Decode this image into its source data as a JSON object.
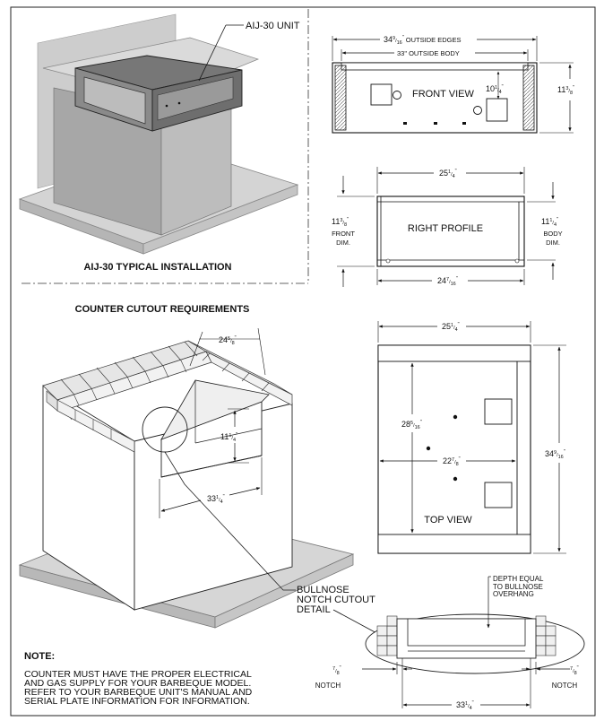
{
  "installation": {
    "caption": "AIJ-30 TYPICAL INSTALLATION",
    "unit_callout": "AIJ-30 UNIT"
  },
  "front_view": {
    "label": "FRONT VIEW",
    "outside_edges": {
      "whole": "34",
      "num": "9",
      "den": "16",
      "unit": "\"",
      "text": "OUTSIDE EDGES"
    },
    "outside_body": "33\" OUTSIDE BODY",
    "inner_dim": {
      "whole": "10",
      "num": "1",
      "den": "4",
      "unit": "\""
    },
    "height_dim": {
      "whole": "11",
      "num": "3",
      "den": "8",
      "unit": "\""
    }
  },
  "right_profile": {
    "label": "RIGHT PROFILE",
    "top_dim": {
      "whole": "25",
      "num": "1",
      "den": "4",
      "unit": "\""
    },
    "bottom_dim": {
      "whole": "24",
      "num": "7",
      "den": "16",
      "unit": "\""
    },
    "front_dim": {
      "whole": "11",
      "num": "3",
      "den": "8",
      "unit": "\"",
      "line1": "FRONT",
      "line2": "DIM."
    },
    "body_dim": {
      "whole": "11",
      "num": "1",
      "den": "4",
      "unit": "\"",
      "line1": "BODY",
      "line2": "DIM."
    }
  },
  "counter": {
    "heading": "COUNTER CUTOUT REQUIREMENTS",
    "depth_dim": {
      "whole": "24",
      "num": "5",
      "den": "8",
      "unit": "\""
    },
    "height_dim": {
      "whole": "11",
      "num": "1",
      "den": "4",
      "unit": "\""
    },
    "width_dim": {
      "whole": "33",
      "num": "1",
      "den": "4",
      "unit": "\""
    },
    "bullnose_callout": [
      "BULLNOSE",
      "NOTCH CUTOUT",
      "DETAIL"
    ]
  },
  "top_view": {
    "label": "TOP VIEW",
    "width_dim": {
      "whole": "25",
      "num": "1",
      "den": "4",
      "unit": "\""
    },
    "depth_dim": {
      "whole": "28",
      "num": "5",
      "den": "16",
      "unit": "\""
    },
    "inner_dim": {
      "whole": "22",
      "num": "7",
      "den": "8",
      "unit": "\""
    },
    "length_dim": {
      "whole": "34",
      "num": "9",
      "den": "16",
      "unit": "\""
    }
  },
  "notch_detail": {
    "depth_note": [
      "DEPTH EQUAL",
      "TO BULLNOSE",
      "OVERHANG"
    ],
    "left_notch": {
      "whole": "",
      "num": "7",
      "den": "8",
      "unit": "\"",
      "label": "NOTCH"
    },
    "right_notch": {
      "whole": "",
      "num": "7",
      "den": "8",
      "unit": "\"",
      "label": "NOTCH"
    },
    "width_dim": {
      "whole": "33",
      "num": "1",
      "den": "4",
      "unit": "\""
    }
  },
  "note": {
    "title": "NOTE:",
    "lines": [
      "COUNTER MUST HAVE THE PROPER ELECTRICAL",
      "AND GAS SUPPLY FOR YOUR BARBEQUE MODEL.",
      "REFER TO YOUR BARBEQUE UNIT'S MANUAL AND",
      "SERIAL PLATE INFORMATION FOR INFORMATION."
    ]
  }
}
